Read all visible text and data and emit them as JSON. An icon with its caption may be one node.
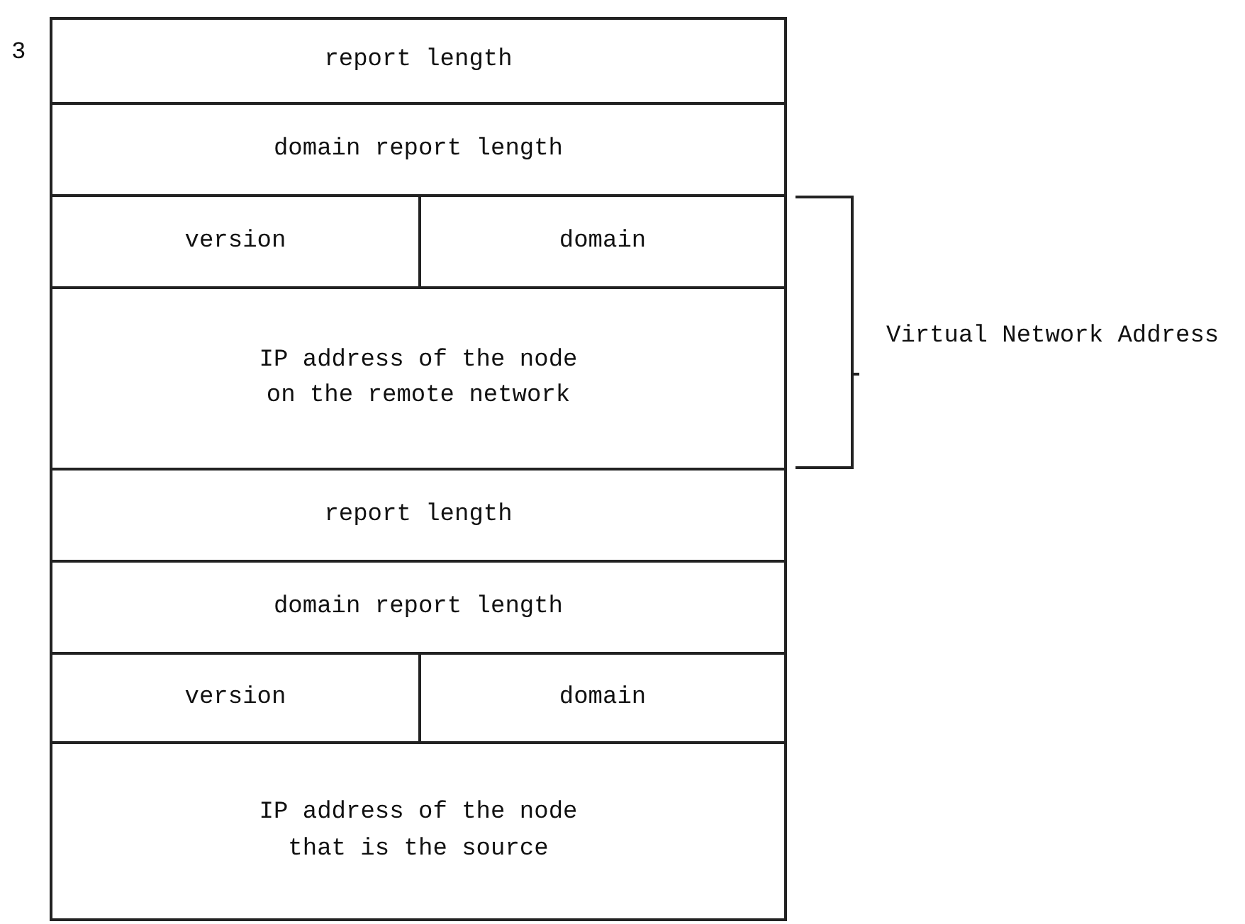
{
  "diagram": {
    "nodes": [
      {
        "text": [
          "report length"
        ]
      },
      {
        "text": [
          "domain report length"
        ]
      },
      {
        "text": [
          "version"
        ]
      },
      {
        "text": [
          "domain"
        ]
      },
      {
        "text": [
          "IP address of the node on the remote network"
        ]
      },
      {
        "text": [
          "report length"
        ]
      },
      {
        "text": [
          "domain report length"
        ]
      },
      {
        "text": [
          "version"
        ]
      },
      {
        "text": [
          "domain"
        ]
      },
      {
        "text": [
          "IP address of the node that is the source"
        ]
      }
    ],
    "labels": [
      "3",
      "Virtual Network Address"
    ]
  }
}
